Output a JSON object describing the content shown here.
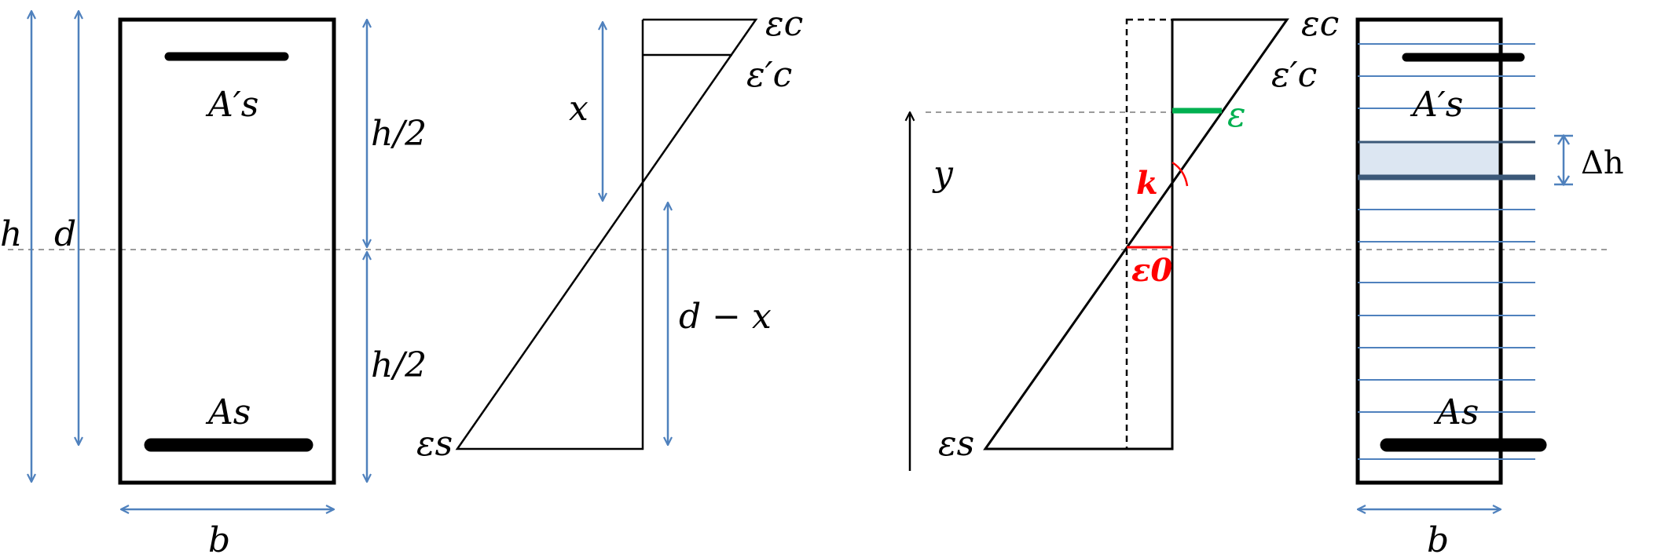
{
  "colors": {
    "outline": "#000000",
    "dimension": "#4f81bd",
    "neutral_axis": "#9b9b9b",
    "strain": "#00b050",
    "curvature": "#ff0000",
    "fiber_fill": "#dce6f2",
    "fiber_edge": "#3b5878"
  },
  "labels": {
    "h": "h",
    "d": "d",
    "b_left": "b",
    "b_right": "b",
    "h_half_top": "h/2",
    "h_half_bottom": "h/2",
    "as_prime_left": "A′s",
    "as_left": "As",
    "x": "x",
    "d_minus_x": "d − x",
    "eps_c_left": "εc",
    "eps_c_prime_left": "ε′c",
    "eps_s_left": "εs",
    "y": "y",
    "eps_c_right": "εc",
    "eps_c_prime_right": "ε′c",
    "eps_s_right": "εs",
    "eps": "ε",
    "k": "k",
    "eps_0": "ε0",
    "as_prime_right": "A′s",
    "as_right": "As",
    "delta_h": "Δh"
  },
  "icons": {
    "dimension_arrow": "double-headed-arrow",
    "y_axis_arrow": "up-arrow"
  }
}
